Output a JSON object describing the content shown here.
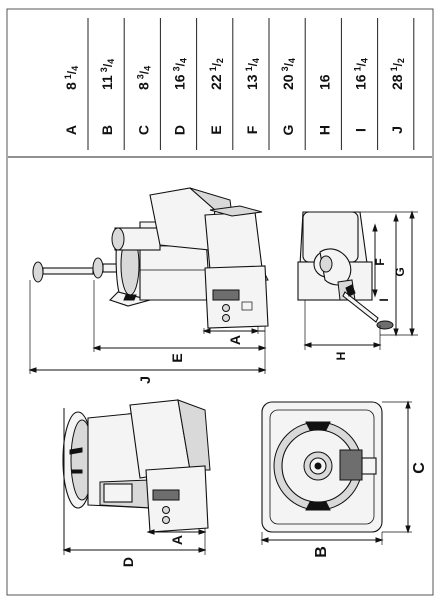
{
  "table": {
    "rows": [
      {
        "letter": "A",
        "whole": "8",
        "num": "1",
        "den": "4"
      },
      {
        "letter": "B",
        "whole": "11",
        "num": "3",
        "den": "4"
      },
      {
        "letter": "C",
        "whole": "8",
        "num": "3",
        "den": "4"
      },
      {
        "letter": "D",
        "whole": "16",
        "num": "3",
        "den": "4"
      },
      {
        "letter": "E",
        "whole": "22",
        "num": "1",
        "den": "2"
      },
      {
        "letter": "F",
        "whole": "13",
        "num": "1",
        "den": "4"
      },
      {
        "letter": "G",
        "whole": "20",
        "num": "3",
        "den": "4"
      },
      {
        "letter": "H",
        "whole": "16",
        "num": "",
        "den": ""
      },
      {
        "letter": "I",
        "whole": "16",
        "num": "1",
        "den": "4"
      },
      {
        "letter": "J",
        "whole": "28",
        "num": "1",
        "den": "2"
      }
    ]
  },
  "dimension_labels": {
    "a_top": "A",
    "e": "E",
    "j": "J",
    "f": "F",
    "g": "G",
    "h": "H",
    "i": "I",
    "a_bottom": "A",
    "d": "D",
    "b": "B",
    "c": "C"
  }
}
